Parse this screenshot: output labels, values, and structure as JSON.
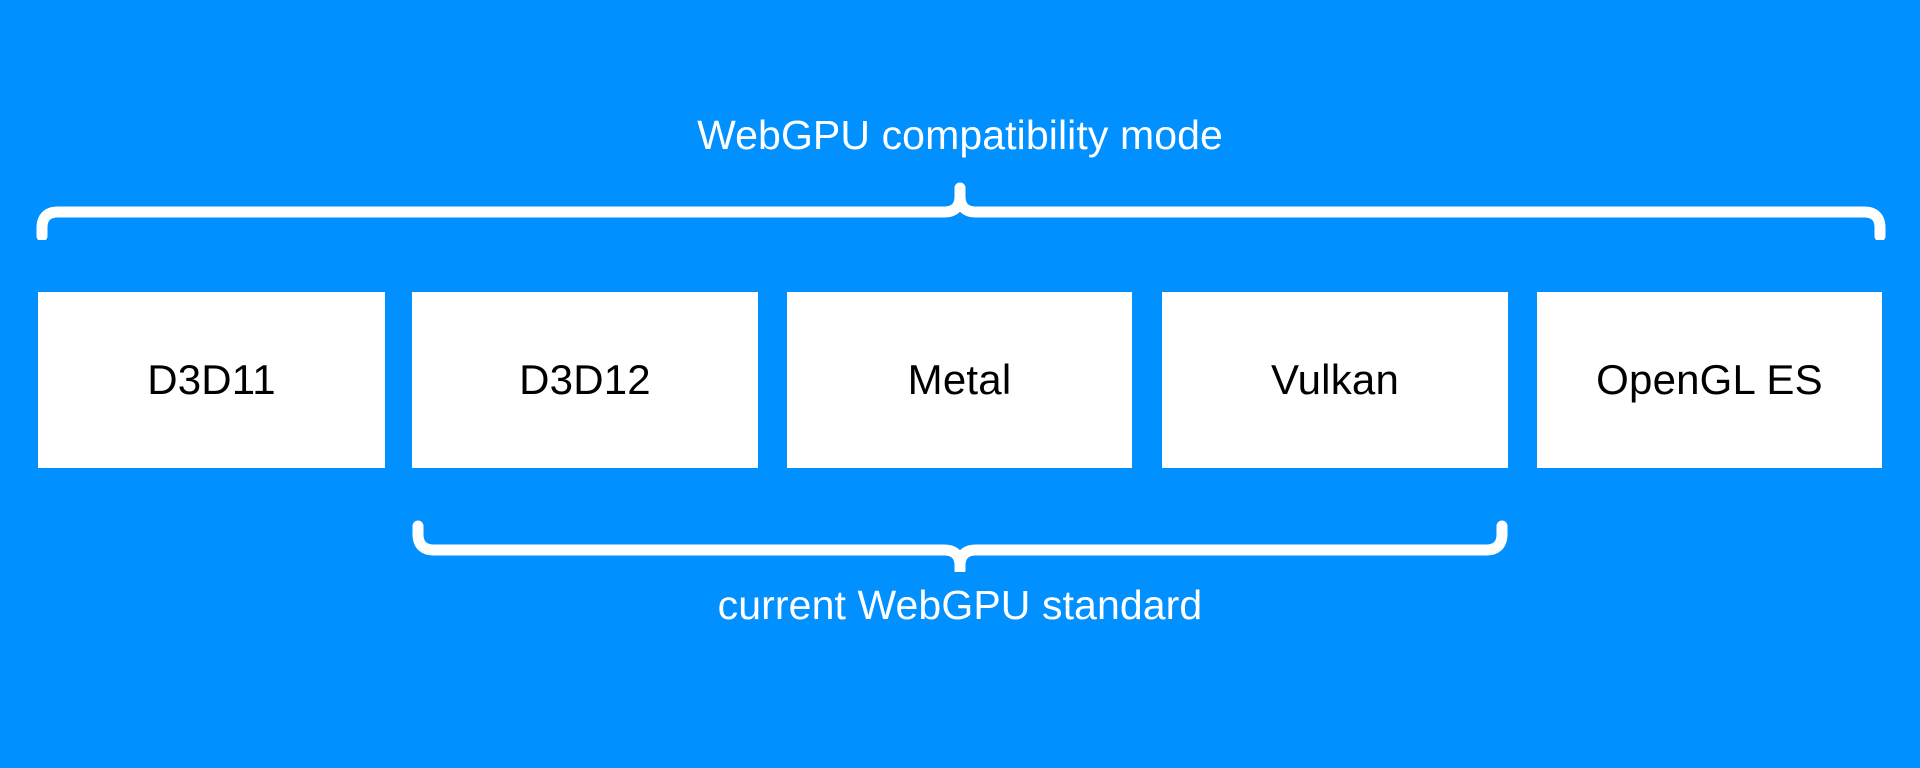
{
  "diagram": {
    "background_color": "#0090ff",
    "box_fill_color": "#ffffff",
    "box_text_color": "#000000",
    "brace_color": "#ffffff",
    "label_color": "#ffffff"
  },
  "top_brace": {
    "label": "WebGPU compatibility mode",
    "covers": [
      "D3D11",
      "D3D12",
      "Metal",
      "Vulkan",
      "OpenGL ES"
    ],
    "direction": "up"
  },
  "bottom_brace": {
    "label": "current WebGPU standard",
    "covers": [
      "D3D12",
      "Metal",
      "Vulkan"
    ],
    "direction": "down"
  },
  "boxes": [
    {
      "label": "D3D11"
    },
    {
      "label": "D3D12"
    },
    {
      "label": "Metal"
    },
    {
      "label": "Vulkan"
    },
    {
      "label": "OpenGL ES"
    }
  ]
}
